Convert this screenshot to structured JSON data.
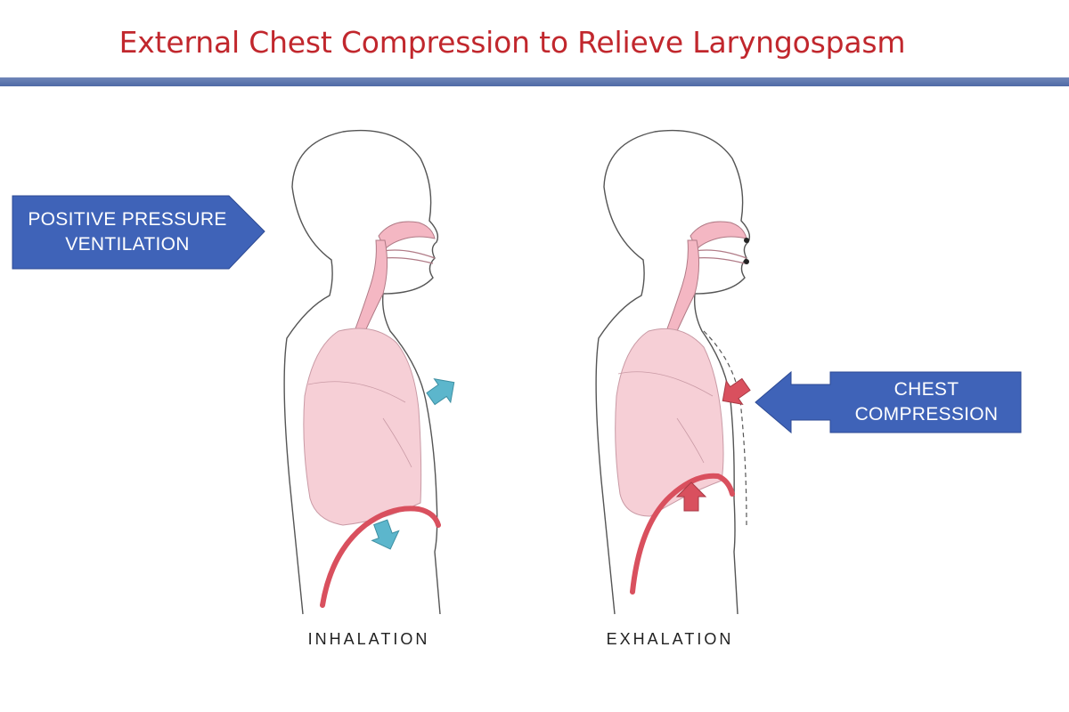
{
  "title": "External Chest Compression to Relieve Laryngospasm",
  "callouts": {
    "ventilation": {
      "line1": "POSITIVE PRESSURE",
      "line2": "VENTILATION"
    },
    "compression": {
      "line1": "CHEST",
      "line2": "COMPRESSION"
    }
  },
  "panels": {
    "left": {
      "caption": "INHALATION"
    },
    "right": {
      "caption": "EXHALATION"
    }
  },
  "colors": {
    "title": "#c1272d",
    "callout_fill": "#3f63b8",
    "rule": "#5a72ab",
    "lung": "#f6cfd6",
    "airway": "#f4b7c3",
    "diaphragm": "#d9505e",
    "inhale_arrow": "#5cb6cc",
    "exhale_arrow": "#d9505e"
  },
  "icons": {
    "inhale_arrows": "teal-arrow-icon",
    "exhale_arrows": "red-arrow-icon"
  }
}
